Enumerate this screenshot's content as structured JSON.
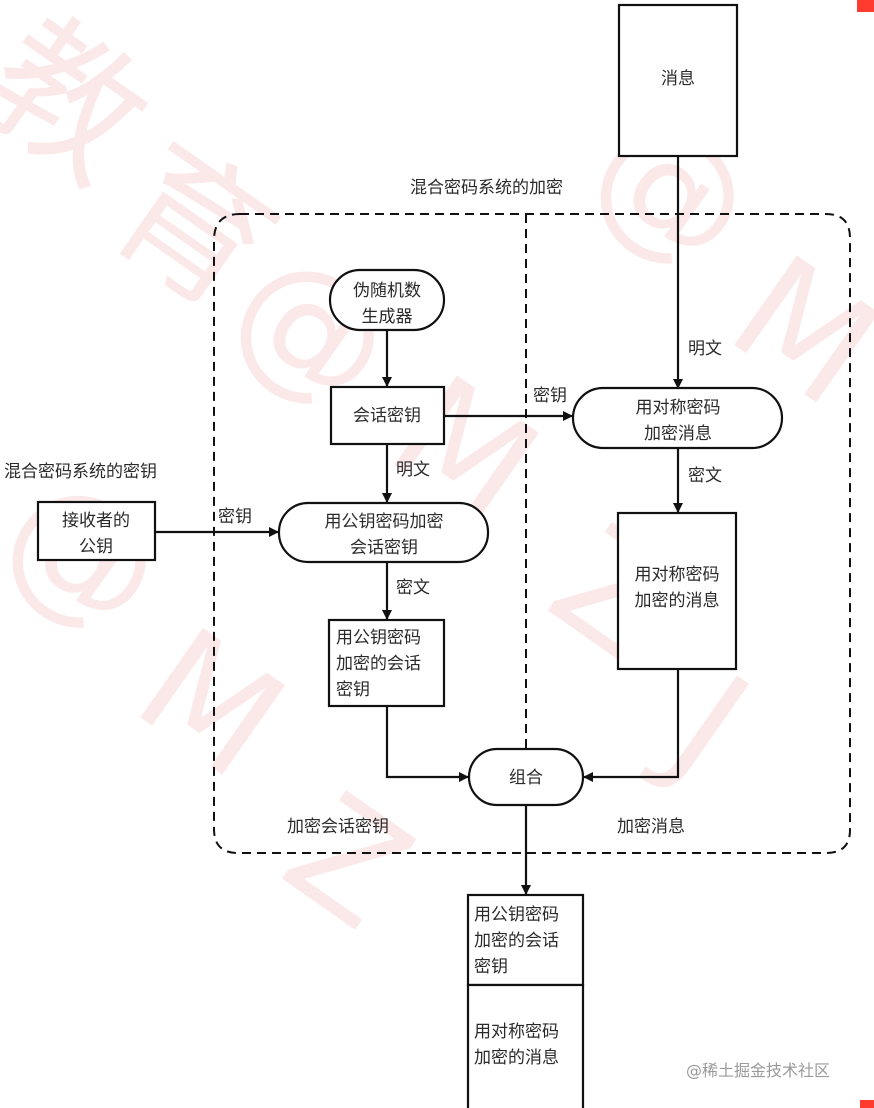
{
  "title_top": "混合密码系统的加密",
  "title_left": "混合密码系统的密钥",
  "nodes": {
    "message": "消息",
    "prng": [
      "伪随机数",
      "生成器"
    ],
    "session_key": "会话密钥",
    "receiver_pubkey": [
      "接收者的",
      "公钥"
    ],
    "encrypt_session_key": [
      "用公钥密码加密",
      "会话密钥"
    ],
    "encrypted_session_key": [
      "用公钥密码",
      "加密的会话",
      "密钥"
    ],
    "encrypt_message": [
      "用对称密码",
      "加密消息"
    ],
    "encrypted_message": [
      "用对称密码",
      "加密的消息"
    ],
    "combine": "组合",
    "output_top": [
      "用公钥密码",
      "加密的会话",
      "密钥"
    ],
    "output_bottom": [
      "用对称密码",
      "加密的消息"
    ]
  },
  "edge_labels": {
    "plaintext_left": "明文",
    "plaintext_right": "明文",
    "key_left": "密钥",
    "key_right": "密钥",
    "ciphertext_left": "密文",
    "ciphertext_right": "密文"
  },
  "regions": {
    "left": "加密会话密钥",
    "right": "加密消息"
  },
  "watermark": {
    "chars": [
      "教",
      "育",
      "@",
      "M",
      "Z",
      "J"
    ],
    "color": "#f4c2c2"
  },
  "credit": "@稀土掘金技术社区",
  "accent_color": "#ff3b30"
}
